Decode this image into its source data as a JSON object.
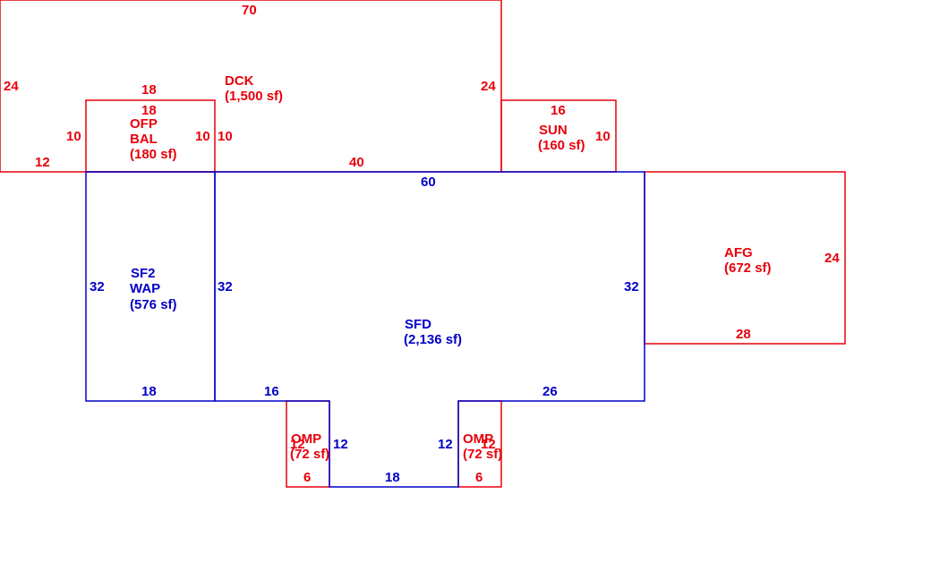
{
  "colors": {
    "red": "#e8000b",
    "blue": "#0000c8"
  },
  "areas": {
    "dck": {
      "name": "DCK",
      "area": "(1,500 sf)"
    },
    "ofp": {
      "name": "OFP",
      "name2": "BAL",
      "area": "(180 sf)"
    },
    "sun": {
      "name": "SUN",
      "area": "(160 sf)"
    },
    "sf2": {
      "name": "SF2",
      "name2": "WAP",
      "area": "(576 sf)"
    },
    "sfd": {
      "name": "SFD",
      "area": "(2,136 sf)"
    },
    "afg": {
      "name": "AFG",
      "area": "(672 sf)"
    },
    "omp1": {
      "name": "OMP",
      "area": "(72 sf)"
    },
    "omp2": {
      "name": "OMP",
      "area": "(72 sf)"
    }
  },
  "dims": {
    "dck_top": "70",
    "dck_left": "24",
    "dck_right": "24",
    "dck_bottom_left": "12",
    "dck_bottom_mid": "40",
    "ofp_top_outer": "18",
    "ofp_top_inner": "18",
    "ofp_left": "10",
    "ofp_right_in": "10",
    "ofp_right_out": "10",
    "sun_top": "16",
    "sun_right": "10",
    "sf2_left": "32",
    "sf2_right": "32",
    "sf2_bottom": "18",
    "sfd_top": "60",
    "sfd_right": "32",
    "sfd_bottom_left": "16",
    "sfd_bottom_right": "26",
    "sfd_notch_left": "12",
    "sfd_notch_right": "12",
    "sfd_notch_bottom": "18",
    "afg_right": "24",
    "afg_bottom": "28",
    "omp1_left": "12",
    "omp1_bottom": "6",
    "omp2_right": "12",
    "omp2_bottom": "6"
  }
}
